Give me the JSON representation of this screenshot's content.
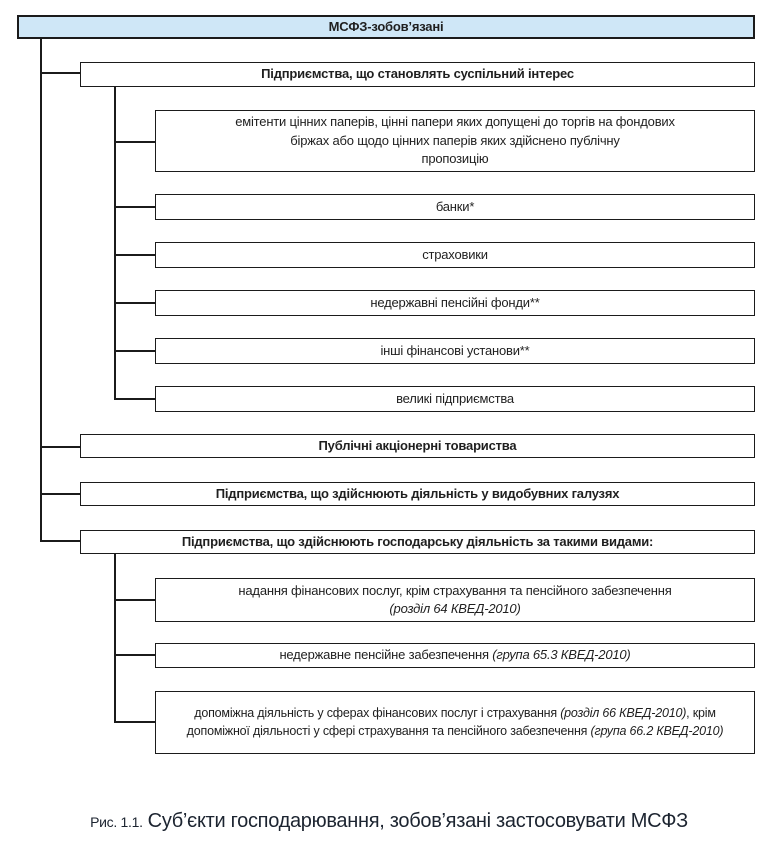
{
  "diagram": {
    "root": {
      "label": "МСФЗ-зобов’язані"
    },
    "branches": [
      {
        "label": "Підприємства, що становлять суспільний інтерес",
        "children": [
          {
            "label": "емітенти цінних паперів, цінні папери яких допущені до торгів на фондових\nбіржах або щодо цінних паперів яких здійснено публічну\nпропозицію"
          },
          {
            "label": "банки*"
          },
          {
            "label": "страховики"
          },
          {
            "label": "недержавні пенсійні фонди**"
          },
          {
            "label": "інші фінансові установи**"
          },
          {
            "label": "великі підприємства"
          }
        ]
      },
      {
        "label": "Публічні акціонерні товариства"
      },
      {
        "label": "Підприємства, що здійснюють діяльність у видобувних галузях"
      },
      {
        "label": "Підприємства, що здійснюють господарську діяльність за такими видами:",
        "children": [
          {
            "segments": [
              {
                "text": "надання фінансових послуг, крім страхування та пенсійного забезпечення"
              },
              {
                "break": true
              },
              {
                "text": "(розділ 64 КВЕД-2010)",
                "italic": true
              }
            ]
          },
          {
            "segments": [
              {
                "text": "недержавне пенсійне забезпечення "
              },
              {
                "text": "(група 65.3 КВЕД-2010)",
                "italic": true
              }
            ]
          },
          {
            "segments": [
              {
                "text": "допоміжна діяльність у сферах фінансових послуг і страхування "
              },
              {
                "text": "(розділ 66 КВЕД-2010)",
                "italic": true
              },
              {
                "text": ", крім допоміжної діяльності у сфері страхування та пенсійного забезпечення "
              },
              {
                "text": "(група 66.2 КВЕД-2010)",
                "italic": true
              }
            ]
          }
        ]
      }
    ]
  },
  "caption": {
    "figure_label": "Рис. 1.1.",
    "title": "Суб’єкти господарювання, зобов’язані застосовувати МСФЗ"
  },
  "colors": {
    "root_fill": "#cfe7f7",
    "line": "#1b1b1b",
    "text": "#1f1f1f"
  }
}
